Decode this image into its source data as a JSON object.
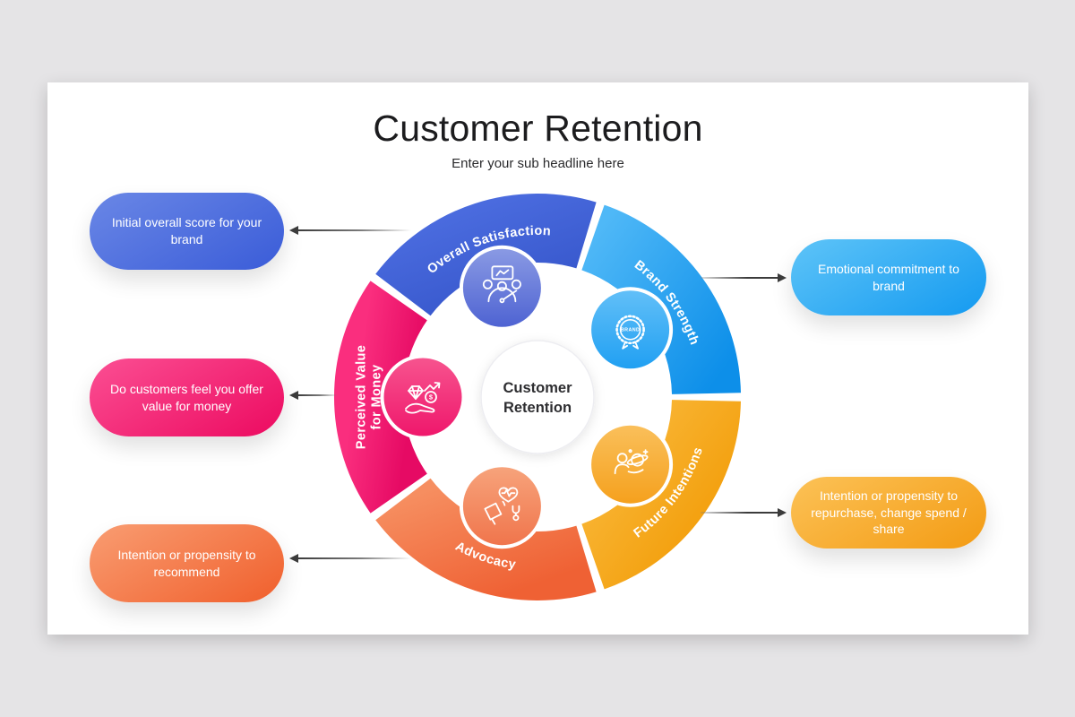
{
  "slide": {
    "title": "Customer Retention",
    "subtitle": "Enter your sub headline here"
  },
  "wheel": {
    "center_label": "Customer Retention",
    "segments": [
      {
        "id": "overall-satisfaction",
        "label": "Overall Satisfaction",
        "icon": "satisfaction-gauge-icon",
        "gradient": [
          "#4B6CDF",
          "#3454C9"
        ],
        "icon_gradient": [
          "#8B9BE4",
          "#4D62D2"
        ]
      },
      {
        "id": "brand-strength",
        "label": "Brand Strength",
        "icon": "brand-badge-icon",
        "gradient": [
          "#4FB8F7",
          "#0D8FE9"
        ],
        "icon_gradient": [
          "#63C0F8",
          "#1F9FF2"
        ]
      },
      {
        "id": "future-intentions",
        "label": "Future Intentions",
        "icon": "future-vision-icon",
        "gradient": [
          "#FBBE45",
          "#F29C07"
        ],
        "icon_gradient": [
          "#FAC05C",
          "#F5A01C"
        ]
      },
      {
        "id": "advocacy",
        "label": "Advocacy",
        "icon": "advocacy-megaphone-icon",
        "gradient": [
          "#F68E60",
          "#EF6134"
        ],
        "icon_gradient": [
          "#F7A47C",
          "#F0744B"
        ]
      },
      {
        "id": "perceived-value",
        "label": "Perceived Value for Money",
        "label_line1": "Perceived Value",
        "label_line2": "for Money",
        "icon": "value-hand-icon",
        "gradient": [
          "#FA2E7E",
          "#E60A64"
        ],
        "icon_gradient": [
          "#F7558F",
          "#EF166B"
        ]
      }
    ],
    "badge_text": "BRAND",
    "coin_text": "$"
  },
  "callouts": {
    "left": [
      {
        "text": "Initial overall score for your brand",
        "gradient": [
          "#6A87E6",
          "#3A5CD8"
        ]
      },
      {
        "text": "Do customers feel you offer value for money",
        "gradient": [
          "#FB4F93",
          "#EC0A60"
        ]
      },
      {
        "text": "Intention or propensity to recommend",
        "gradient": [
          "#F99D72",
          "#F05F2C"
        ]
      }
    ],
    "right": [
      {
        "text": "Emotional commitment to brand",
        "gradient": [
          "#5EC4F8",
          "#149AF0"
        ]
      },
      {
        "text": "Intention or propensity to repurchase, change spend / share",
        "gradient": [
          "#FCC257",
          "#F39B13"
        ]
      }
    ]
  }
}
